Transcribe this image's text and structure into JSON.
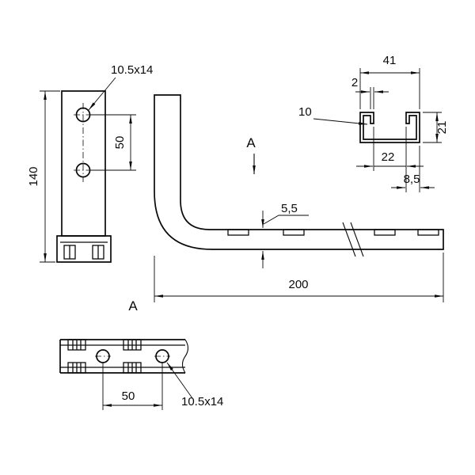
{
  "drawing": {
    "front_view": {
      "hole_label": "10.5x14",
      "dim_height": "140",
      "dim_hole_spacing": "50"
    },
    "side_view": {
      "section_arrow_label": "A",
      "dim_thickness": "5,5",
      "dim_length": "200"
    },
    "profile_view": {
      "dim_width": "41",
      "dim_material_thickness": "2",
      "dim_lip": "10",
      "dim_height": "21",
      "dim_opening": "22",
      "dim_flange": "8,5"
    },
    "bottom_view": {
      "view_label": "A",
      "hole_label": "10.5x14",
      "dim_hole_spacing": "50"
    }
  }
}
